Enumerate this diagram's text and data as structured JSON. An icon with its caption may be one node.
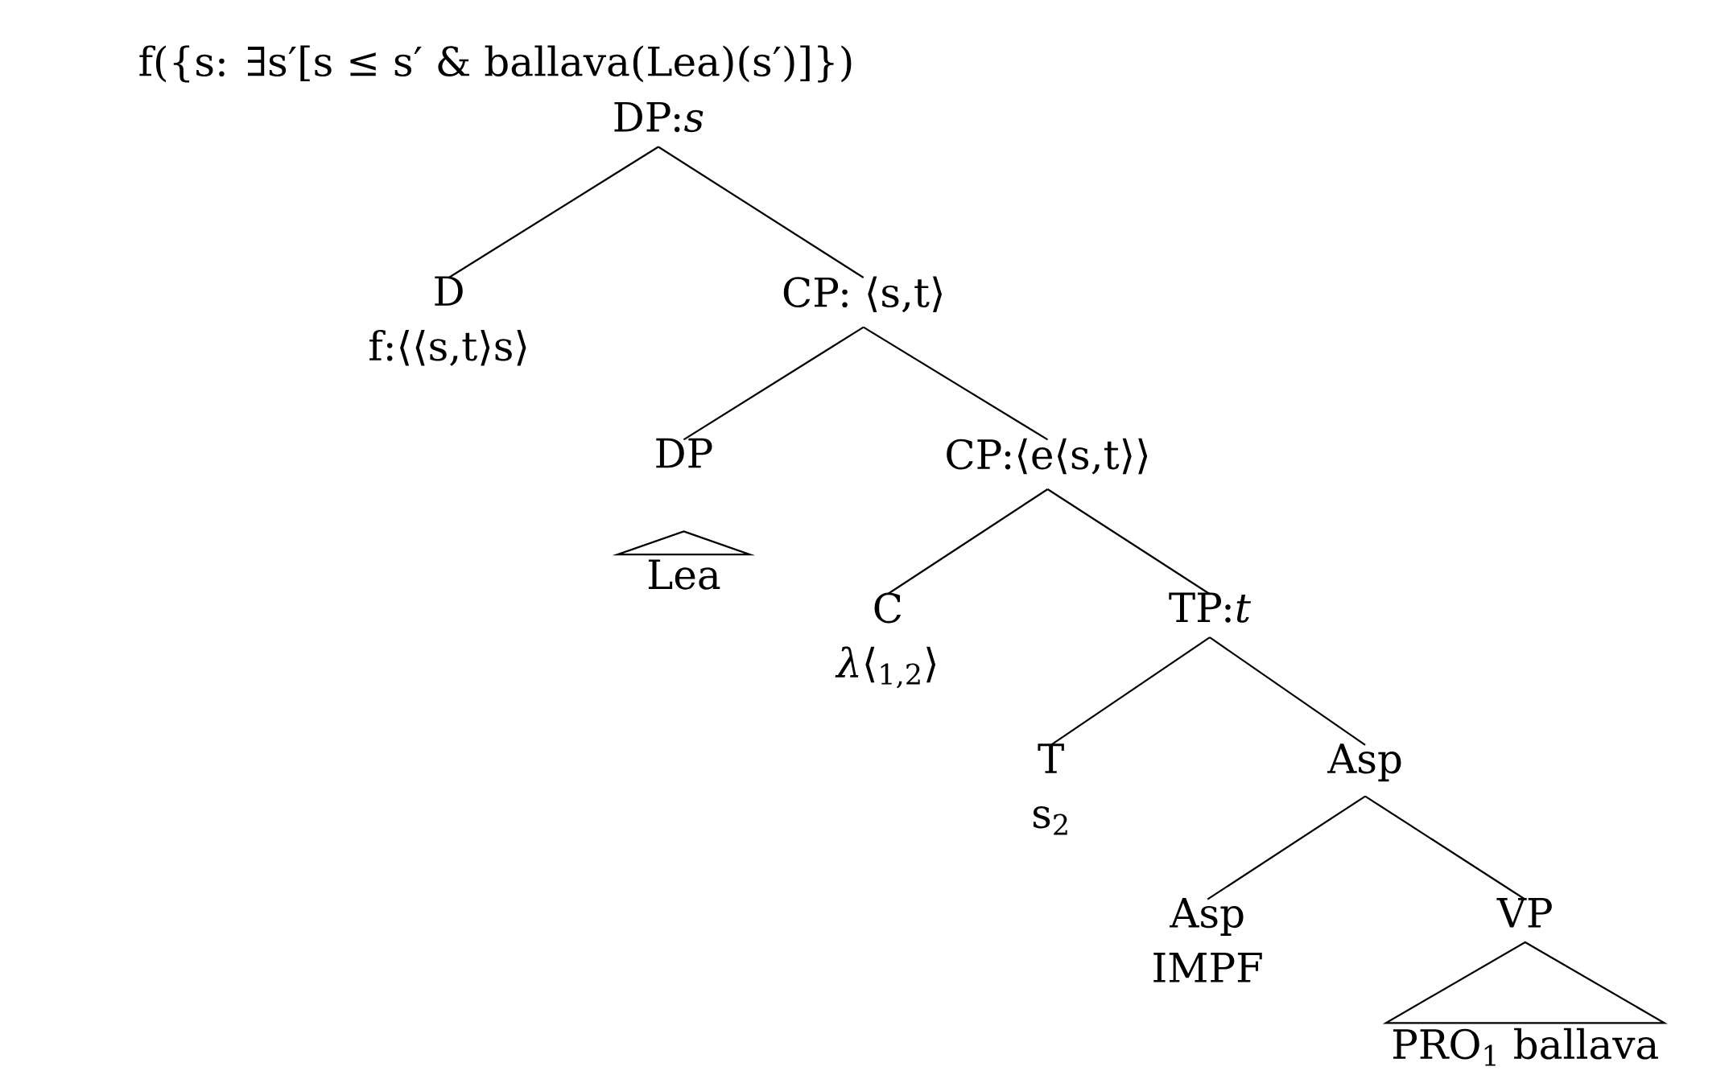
{
  "diagram": {
    "nodes": [
      {
        "text": [
          "DP:*s*"
        ],
        "beside": [
          "f({s: ∃s′[s ≤ s′ & ballava(Lea)(s′)]})"
        ]
      },
      {
        "text": [
          "D",
          "f:⟨⟨s,t⟩s⟩"
        ]
      },
      {
        "text": [
          "CP: ⟨s,t⟩"
        ]
      },
      {
        "text": [
          "DP"
        ]
      },
      {
        "text": [
          "Lea"
        ]
      },
      {
        "text": [
          "CP:⟨e⟨s,t⟩⟩"
        ]
      },
      {
        "text": [
          "C",
          "*λ*⟨$_{1,2}$⟩"
        ]
      },
      {
        "text": [
          "TP:*t*"
        ]
      },
      {
        "text": [
          "T",
          "s$_{2}$"
        ]
      },
      {
        "text": [
          "Asp"
        ]
      },
      {
        "text": [
          "Asp",
          "IMPF"
        ]
      },
      {
        "text": [
          "VP"
        ]
      },
      {
        "text": [
          "PRO$_{1}$ ballava"
        ]
      }
    ],
    "edges": [
      {
        "from": 0,
        "to": 1,
        "arrow": "none"
      },
      {
        "from": 0,
        "to": 2,
        "arrow": "none"
      },
      {
        "from": 2,
        "to": 3,
        "arrow": "none"
      },
      {
        "from": 3,
        "to": 4,
        "arrow": "none"
      },
      {
        "from": 2,
        "to": 5,
        "arrow": "none"
      },
      {
        "from": 5,
        "to": 6,
        "arrow": "none"
      },
      {
        "from": 5,
        "to": 7,
        "arrow": "none"
      },
      {
        "from": 7,
        "to": 8,
        "arrow": "none"
      },
      {
        "from": 7,
        "to": 9,
        "arrow": "none"
      },
      {
        "from": 9,
        "to": 10,
        "arrow": "none"
      },
      {
        "from": 9,
        "to": 11,
        "arrow": "none"
      },
      {
        "from": 11,
        "to": 12,
        "arrow": "none"
      }
    ]
  }
}
